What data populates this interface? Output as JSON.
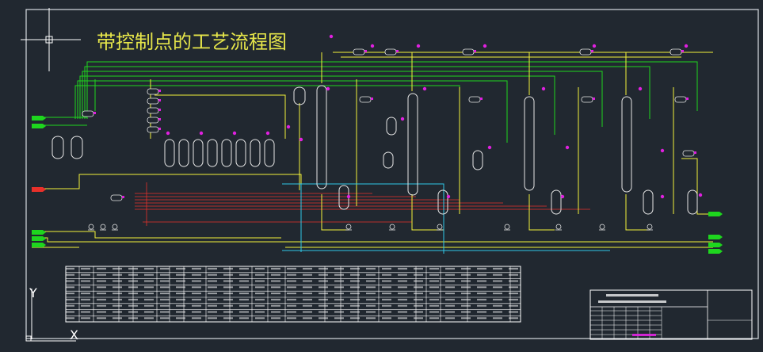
{
  "drawing": {
    "title": "带控制点的工艺流程图",
    "colors": {
      "background": "#212830",
      "frame": "#d8dde2",
      "process_line": "#f2f23a",
      "signal_line": "#1ed61e",
      "heating_line": "#e8302a",
      "cooling_line": "#30c8e8",
      "instrument": "#e020e0",
      "equipment": "#e6e6e6",
      "title_text": "#e6e64a"
    }
  },
  "ucs_icon": {
    "y_label": "Y",
    "x_label": "X"
  }
}
